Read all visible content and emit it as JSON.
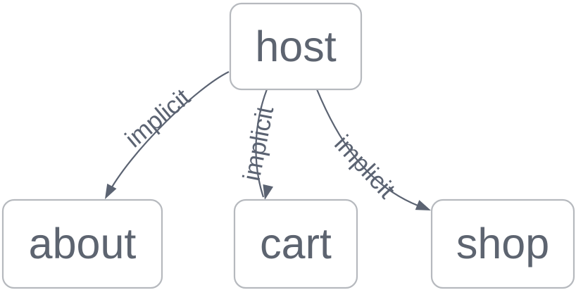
{
  "diagram": {
    "type": "graph",
    "background": "#ffffff",
    "colors": {
      "node_fill": "#ffffff",
      "node_border": "#b6b9be",
      "node_text": "#5d6470",
      "edge": "#5b6372",
      "edge_label": "#5b6372"
    },
    "nodes": [
      {
        "id": "host",
        "label": "host"
      },
      {
        "id": "about",
        "label": "about"
      },
      {
        "id": "cart",
        "label": "cart"
      },
      {
        "id": "shop",
        "label": "shop"
      }
    ],
    "edges": [
      {
        "from": "host",
        "to": "about",
        "label": "implicit"
      },
      {
        "from": "host",
        "to": "cart",
        "label": "implicit"
      },
      {
        "from": "host",
        "to": "shop",
        "label": "implicit"
      }
    ]
  }
}
